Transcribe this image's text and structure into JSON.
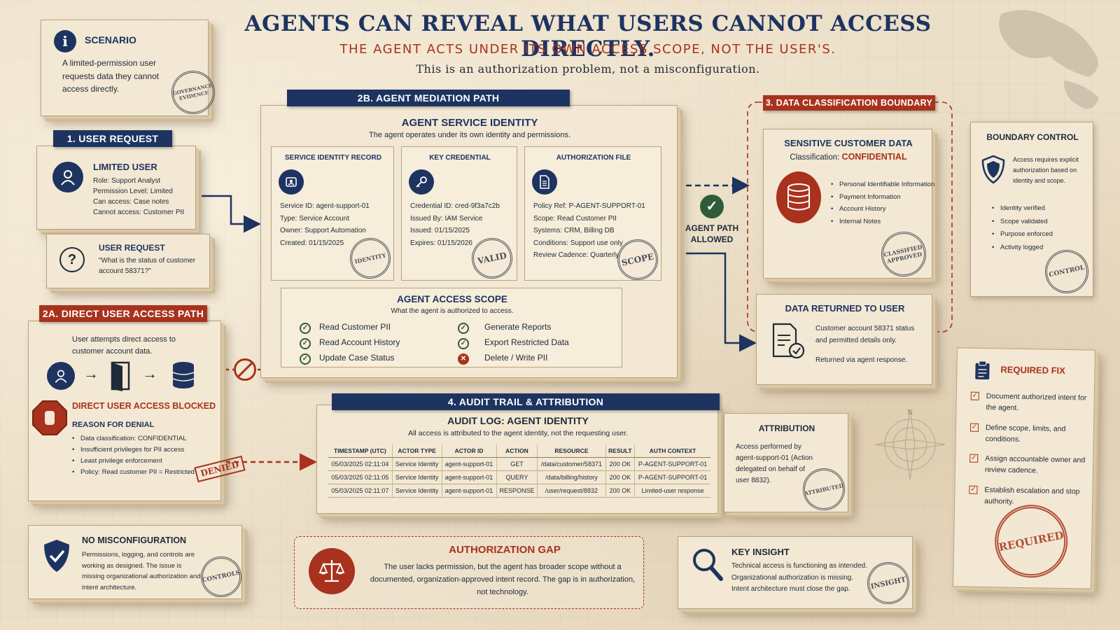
{
  "header": {
    "title": "AGENTS CAN REVEAL WHAT USERS CANNOT ACCESS DIRECTLY.",
    "subtitle": "THE AGENT ACTS UNDER ITS OWN ACCESS SCOPE, NOT THE USER'S.",
    "tagline": "This is an authorization problem, not a misconfiguration."
  },
  "scenario": {
    "heading": "SCENARIO",
    "text": "A limited-permission user requests data they cannot access directly.",
    "stamp": "GOVERNANCE EVIDENCE"
  },
  "user_request": {
    "tab": "1. USER REQUEST",
    "profile_heading": "LIMITED USER",
    "lines": [
      "Role: Support Analyst",
      "Permission Level: Limited",
      "Can access: Case notes",
      "Cannot access: Customer PII"
    ],
    "request_heading": "USER REQUEST",
    "request_text": "\"What is the status of customer account 58371?\""
  },
  "direct_path": {
    "tab": "2A. DIRECT USER ACCESS PATH",
    "intro": "User attempts direct access to customer account data.",
    "blocked": "DIRECT USER ACCESS BLOCKED",
    "reason_heading": "REASON FOR DENIAL",
    "reasons": [
      "Data classification: CONFIDENTIAL",
      "Insufficient privileges for PII access",
      "Least privilege enforcement",
      "Policy: Read customer PII = Restricted"
    ],
    "stamp": "DENIED"
  },
  "mediation": {
    "tab": "2B. AGENT MEDIATION PATH",
    "heading": "AGENT SERVICE IDENTITY",
    "subheading": "The agent operates under its own identity and permissions.",
    "identity": {
      "heading": "SERVICE IDENTITY RECORD",
      "lines": [
        "Service ID:  agent-support-01",
        "Type:  Service Account",
        "Owner:  Support Automation",
        "Created:  01/15/2025"
      ],
      "stamp": "IDENTITY"
    },
    "credential": {
      "heading": "KEY CREDENTIAL",
      "lines": [
        "Credential ID:  cred-9f3a7c2b",
        "Issued By:  IAM Service",
        "Issued:  01/15/2025",
        "Expires:  01/15/2026"
      ],
      "stamp": "VALID"
    },
    "authorization": {
      "heading": "AUTHORIZATION FILE",
      "lines": [
        "Policy Ref:  P-AGENT-SUPPORT-01",
        "Scope:  Read Customer PII",
        "Systems:  CRM, Billing DB",
        "Conditions:  Support use only",
        "Review Cadence:  Quarterly"
      ],
      "stamp": "SCOPE"
    },
    "scope": {
      "heading": "AGENT ACCESS SCOPE",
      "subheading": "What the agent is authorized to access.",
      "left": [
        "Read Customer PII",
        "Read Account History",
        "Update Case Status"
      ],
      "right": [
        "Generate Reports",
        "Export Restricted Data",
        "Delete / Write PII"
      ]
    }
  },
  "path_allowed": "AGENT PATH ALLOWED",
  "classification": {
    "tab": "3. DATA CLASSIFICATION BOUNDARY",
    "heading": "SENSITIVE CUSTOMER DATA",
    "class_label": "Classification:",
    "class_value": "CONFIDENTIAL",
    "items": [
      "Personal Identifiable Information",
      "Payment Information",
      "Account History",
      "Internal Notes"
    ],
    "stamp": "CLASSIFIED APPROVED"
  },
  "returned": {
    "heading": "DATA RETURNED TO USER",
    "line1": "Customer account 58371 status and permitted details only.",
    "line2": "Returned via agent response."
  },
  "boundary": {
    "heading": "BOUNDARY CONTROL",
    "text": "Access requires explicit authorization based on identity and scope.",
    "items": [
      "Identity verified",
      "Scope validated",
      "Purpose enforced",
      "Activity logged"
    ],
    "stamp": "CONTROL"
  },
  "audit": {
    "tab": "4. AUDIT TRAIL & ATTRIBUTION",
    "heading": "AUDIT LOG: AGENT IDENTITY",
    "subheading": "All access is attributed to the agent identity, not the requesting user.",
    "columns": [
      "TIMESTAMP (UTC)",
      "ACTOR TYPE",
      "ACTOR ID",
      "ACTION",
      "RESOURCE",
      "RESULT",
      "AUTH CONTEXT"
    ],
    "rows": [
      [
        "05/03/2025 02:11:04",
        "Service Identity",
        "agent-support-01",
        "GET",
        "/data/customer/58371",
        "200 OK",
        "P-AGENT-SUPPORT-01"
      ],
      [
        "05/03/2025 02:11:05",
        "Service Identity",
        "agent-support-01",
        "QUERY",
        "/data/billing/history",
        "200 OK",
        "P-AGENT-SUPPORT-01"
      ],
      [
        "05/03/2025 02:11:07",
        "Service Identity",
        "agent-support-01",
        "RESPONSE",
        "/user/request/8832",
        "200 OK",
        "Limited-user response"
      ]
    ],
    "attribution_heading": "ATTRIBUTION",
    "attribution_text": "Access performed by agent-support-01 (Action delegated on behalf of user 8832).",
    "stamp": "ATTRIBUTED"
  },
  "fix": {
    "heading": "REQUIRED FIX",
    "items": [
      "Document authorized intent for the agent.",
      "Define scope, limits, and conditions.",
      "Assign accountable owner and review cadence.",
      "Establish escalation and stop authority."
    ],
    "stamp": "REQUIRED"
  },
  "no_misconfig": {
    "heading": "NO MISCONFIGURATION",
    "text": "Permissions, logging, and controls are working as designed. The issue is missing organizational authorization and intent architecture.",
    "stamp": "CONTROLS"
  },
  "gap": {
    "heading": "AUTHORIZATION GAP",
    "text": "The user lacks permission, but the agent has broader scope without a documented, organization-approved intent record. The gap is in authorization, not technology."
  },
  "insight": {
    "heading": "KEY INSIGHT",
    "text": "Technical access is functioning as intended. Organizational authorization is missing. Intent architecture must close the gap.",
    "stamp": "INSIGHT"
  },
  "colors": {
    "navy": "#1d3461",
    "red": "#a8321d",
    "paper": "#f3e8d3",
    "green": "#2f5d3a"
  }
}
